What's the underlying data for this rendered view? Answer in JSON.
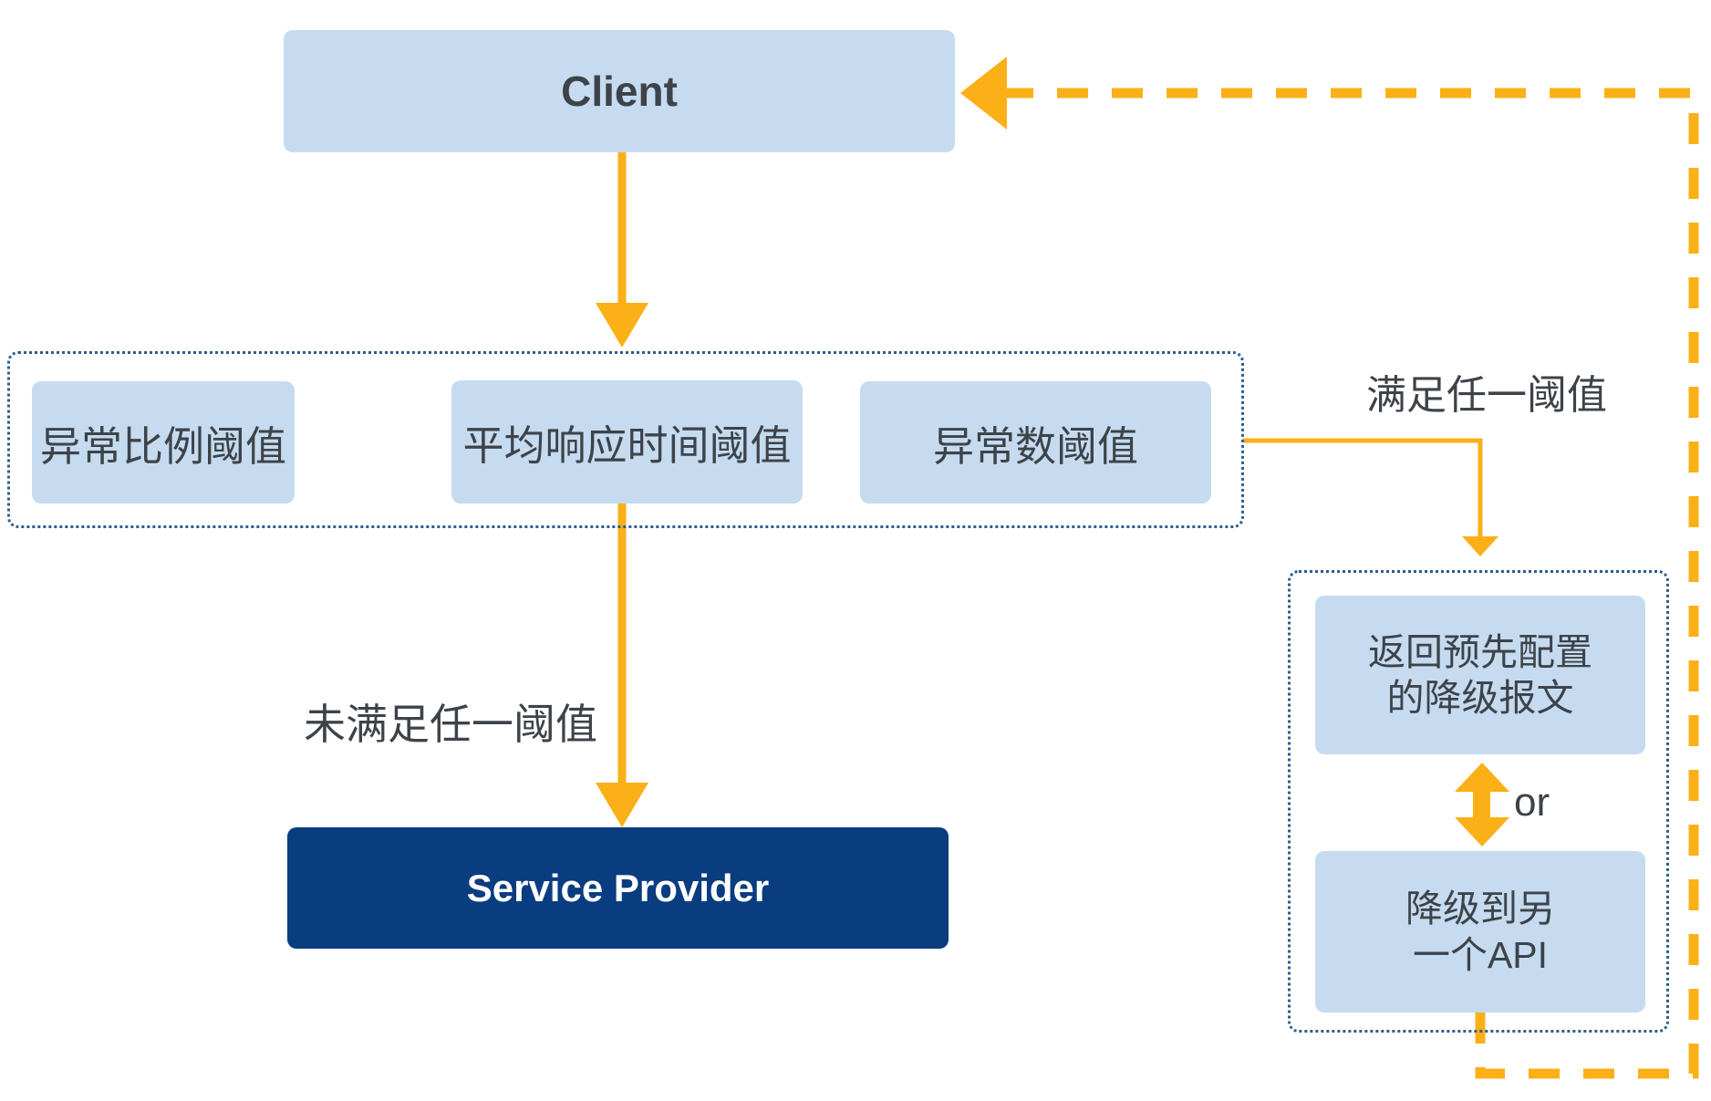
{
  "diagram": {
    "type": "flowchart",
    "title": "circuit-breaker-degradation-flow",
    "colors": {
      "node_fill": "#c6dbf0",
      "node_text": "#3d4349",
      "primary_node_fill": "#0a3c80",
      "primary_node_text": "#ffffff",
      "arrow": "#fbb017",
      "group_border": "#2c5d8f",
      "background": "#ffffff"
    }
  },
  "nodes": {
    "client": {
      "label": "Client"
    },
    "service_provider": {
      "label": "Service Provider"
    },
    "thresholds": [
      {
        "label": "异常比例阈值"
      },
      {
        "label": "平均响应时间阈值"
      },
      {
        "label": "异常数阈值"
      }
    ],
    "fallbacks": [
      {
        "line1": "返回预先配置",
        "line2": "的降级报文"
      },
      {
        "line1": "降级到另",
        "line2": "一个API"
      }
    ]
  },
  "edges": {
    "client_to_thresholds": {
      "label": ""
    },
    "thresholds_to_fallback": {
      "label": "满足任一阈值"
    },
    "thresholds_to_service": {
      "label": "未满足任一阈值"
    },
    "fallback_alternatives": {
      "label": "or"
    },
    "fallback_to_client": {
      "label": ""
    }
  }
}
